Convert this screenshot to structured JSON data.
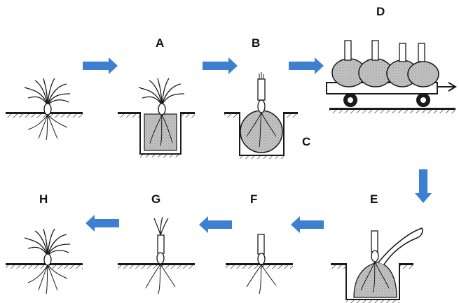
{
  "labels": {
    "a": "A",
    "b": "B",
    "c": "C",
    "d": "D",
    "e": "E",
    "f": "F",
    "g": "G",
    "h": "H"
  },
  "colors": {
    "arrow": "#3d7fd0",
    "ink": "#1a1a1a",
    "soil_fill": "#b5b5b5",
    "root_ball_fill": "#c4c4c4",
    "bag_fill": "#bdbdbd"
  },
  "icons": {
    "arrow": "block-arrow-icon",
    "plant": "plant-sketch-icon",
    "tractor": "tractor-trailer-icon"
  }
}
